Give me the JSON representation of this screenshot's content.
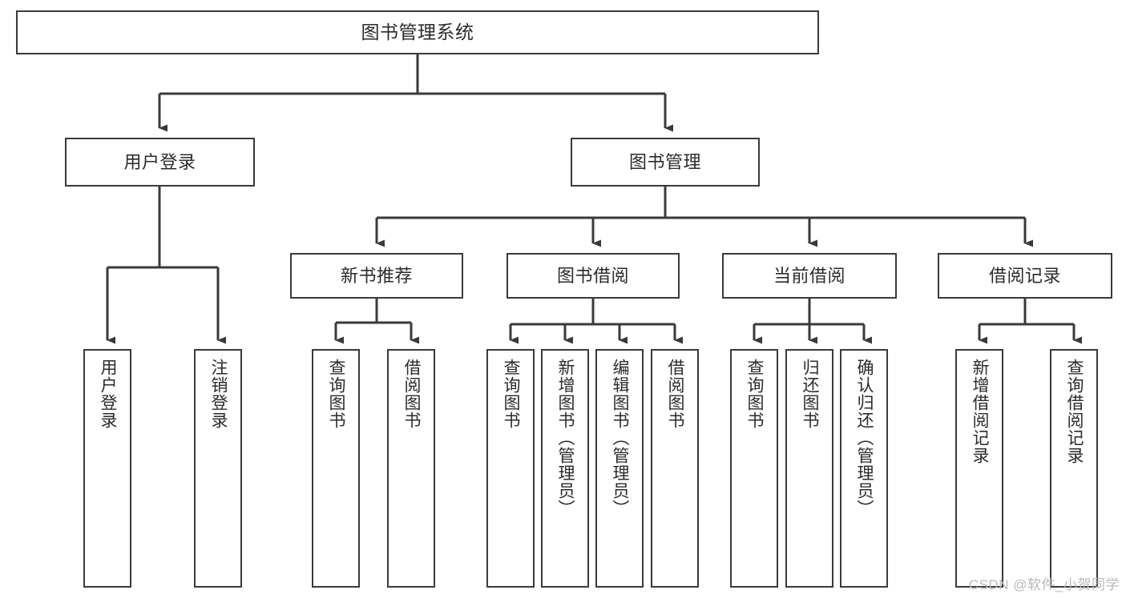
{
  "diagram": {
    "title": "图书管理系统",
    "type": "tree",
    "watermark": "CSDN @软件_小贺同学",
    "colors": {
      "border": "#3a3a3a",
      "text": "#2b2b2b",
      "background": "#ffffff",
      "watermark": "#b9b9b9"
    },
    "nodes": {
      "root": {
        "label": "图书管理系统",
        "level": 0,
        "orientation": "horizontal"
      },
      "l1": [
        {
          "id": "user_login",
          "label": "用户登录",
          "level": 1,
          "orientation": "horizontal"
        },
        {
          "id": "book_mgmt",
          "label": "图书管理",
          "level": 1,
          "orientation": "horizontal"
        }
      ],
      "l2": [
        {
          "id": "new_book_rec",
          "label": "新书推荐",
          "level": 2,
          "orientation": "horizontal",
          "parent": "book_mgmt"
        },
        {
          "id": "book_borrow",
          "label": "图书借阅",
          "level": 2,
          "orientation": "horizontal",
          "parent": "book_mgmt"
        },
        {
          "id": "current_borrow",
          "label": "当前借阅",
          "level": 2,
          "orientation": "horizontal",
          "parent": "book_mgmt"
        },
        {
          "id": "borrow_record",
          "label": "借阅记录",
          "level": 2,
          "orientation": "horizontal",
          "parent": "book_mgmt"
        }
      ],
      "leaves": [
        {
          "id": "leaf_user_login",
          "label": "用户登录",
          "parent": "user_login",
          "orientation": "vertical"
        },
        {
          "id": "leaf_logout",
          "label": "注销登录",
          "parent": "user_login",
          "orientation": "vertical"
        },
        {
          "id": "leaf_query_book_1",
          "label": "查询图书",
          "parent": "new_book_rec",
          "orientation": "vertical"
        },
        {
          "id": "leaf_borrow_book_1",
          "label": "借阅图书",
          "parent": "new_book_rec",
          "orientation": "vertical"
        },
        {
          "id": "leaf_query_book_2",
          "label": "查询图书",
          "parent": "book_borrow",
          "orientation": "vertical"
        },
        {
          "id": "leaf_add_book",
          "label": "新增图书（管理员）",
          "parent": "book_borrow",
          "orientation": "vertical"
        },
        {
          "id": "leaf_edit_book",
          "label": "编辑图书（管理员）",
          "parent": "book_borrow",
          "orientation": "vertical"
        },
        {
          "id": "leaf_borrow_book_2",
          "label": "借阅图书",
          "parent": "book_borrow",
          "orientation": "vertical"
        },
        {
          "id": "leaf_query_book_3",
          "label": "查询图书",
          "parent": "current_borrow",
          "orientation": "vertical"
        },
        {
          "id": "leaf_return_book",
          "label": "归还图书",
          "parent": "current_borrow",
          "orientation": "vertical"
        },
        {
          "id": "leaf_confirm_return",
          "label": "确认归还（管理员）",
          "parent": "current_borrow",
          "orientation": "vertical"
        },
        {
          "id": "leaf_add_record",
          "label": "新增借阅记录",
          "parent": "borrow_record",
          "orientation": "vertical"
        },
        {
          "id": "leaf_query_record",
          "label": "查询借阅记录",
          "parent": "borrow_record",
          "orientation": "vertical"
        }
      ]
    }
  }
}
